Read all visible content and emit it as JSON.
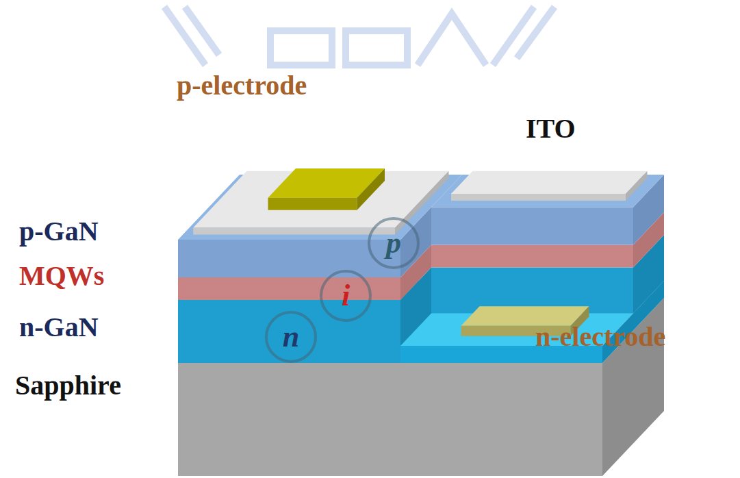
{
  "diagram": {
    "nodes": [
      {
        "text": [
          "p"
        ]
      },
      {
        "text": [
          "i"
        ]
      },
      {
        "text": [
          "n"
        ]
      }
    ],
    "labels": [
      "p-electrode",
      "ITO",
      "p-GaN",
      "MQWs",
      "n-GaN",
      "Sapphire",
      "n-electrode"
    ]
  }
}
